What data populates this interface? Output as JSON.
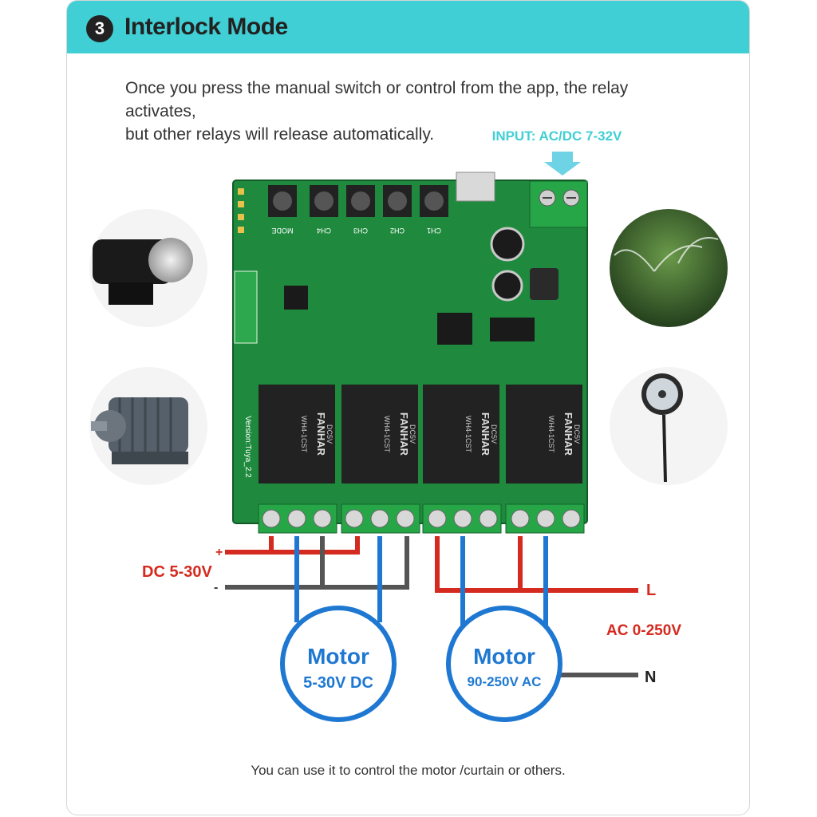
{
  "header": {
    "number": "3",
    "title": "Interlock Mode"
  },
  "description": {
    "line1": "Once you press the manual switch or control from the app, the relay activates,",
    "line2": "but other relays will release automatically."
  },
  "input_label": "INPUT: AC/DC 7-32V",
  "board": {
    "button_labels": [
      "MODE",
      "CH4",
      "CH3",
      "CH2",
      "CH1"
    ],
    "version_label": "Version:Tuya_2.2",
    "relay_brand": "FANHAR",
    "relay_model": "WH4-1CST",
    "relay_coil": "DC5V"
  },
  "wiring": {
    "dc_label": "DC 5-30V",
    "dc_plus": "+",
    "dc_minus": "-",
    "ac_label": "AC 0-250V",
    "line_label": "L",
    "neutral_label": "N"
  },
  "motors": [
    {
      "name": "Motor",
      "rating": "5-30V DC"
    },
    {
      "name": "Motor",
      "rating": "90-250V AC"
    }
  ],
  "footer": "You can use it to control the motor /curtain or others.",
  "colors": {
    "header": "#40cfd4",
    "pcb": "#1f8a3e",
    "wire_red": "#d42a1f",
    "wire_blue": "#1e78d2",
    "wire_gray": "#555555",
    "motor_text": "#1e78d2",
    "label_red": "#d42a1f",
    "input_label": "#40cfd4"
  }
}
